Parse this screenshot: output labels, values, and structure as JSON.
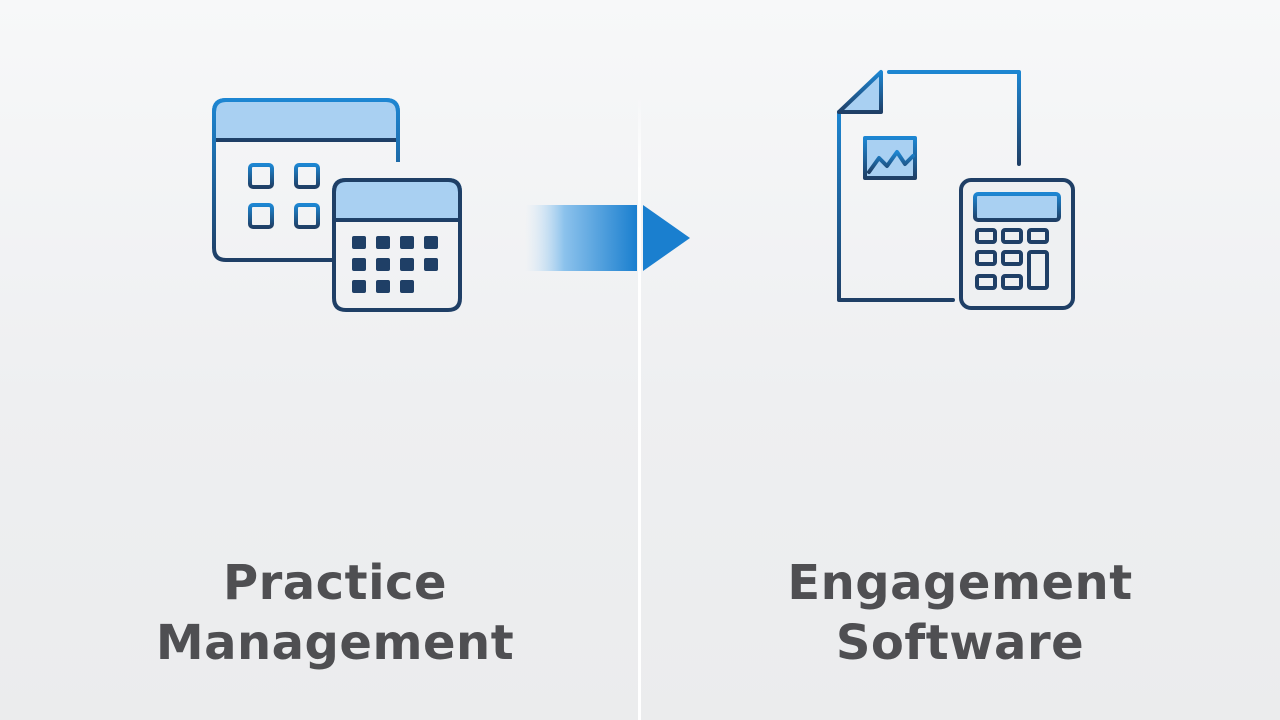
{
  "left_panel": {
    "icon": "calendar-icon",
    "label_line1": "Practice",
    "label_line2": "Management"
  },
  "right_panel": {
    "icon": "document-calculator-icon",
    "label_line1": "Engagement",
    "label_line2": "Software"
  },
  "transition": {
    "icon": "arrow-right-icon"
  },
  "colors": {
    "background": "#f4f5f6",
    "icon_dark": "#1f3f66",
    "icon_light_fill": "#a9d0f2",
    "accent_blue": "#1a7fcf",
    "text": "#4f4f52"
  }
}
